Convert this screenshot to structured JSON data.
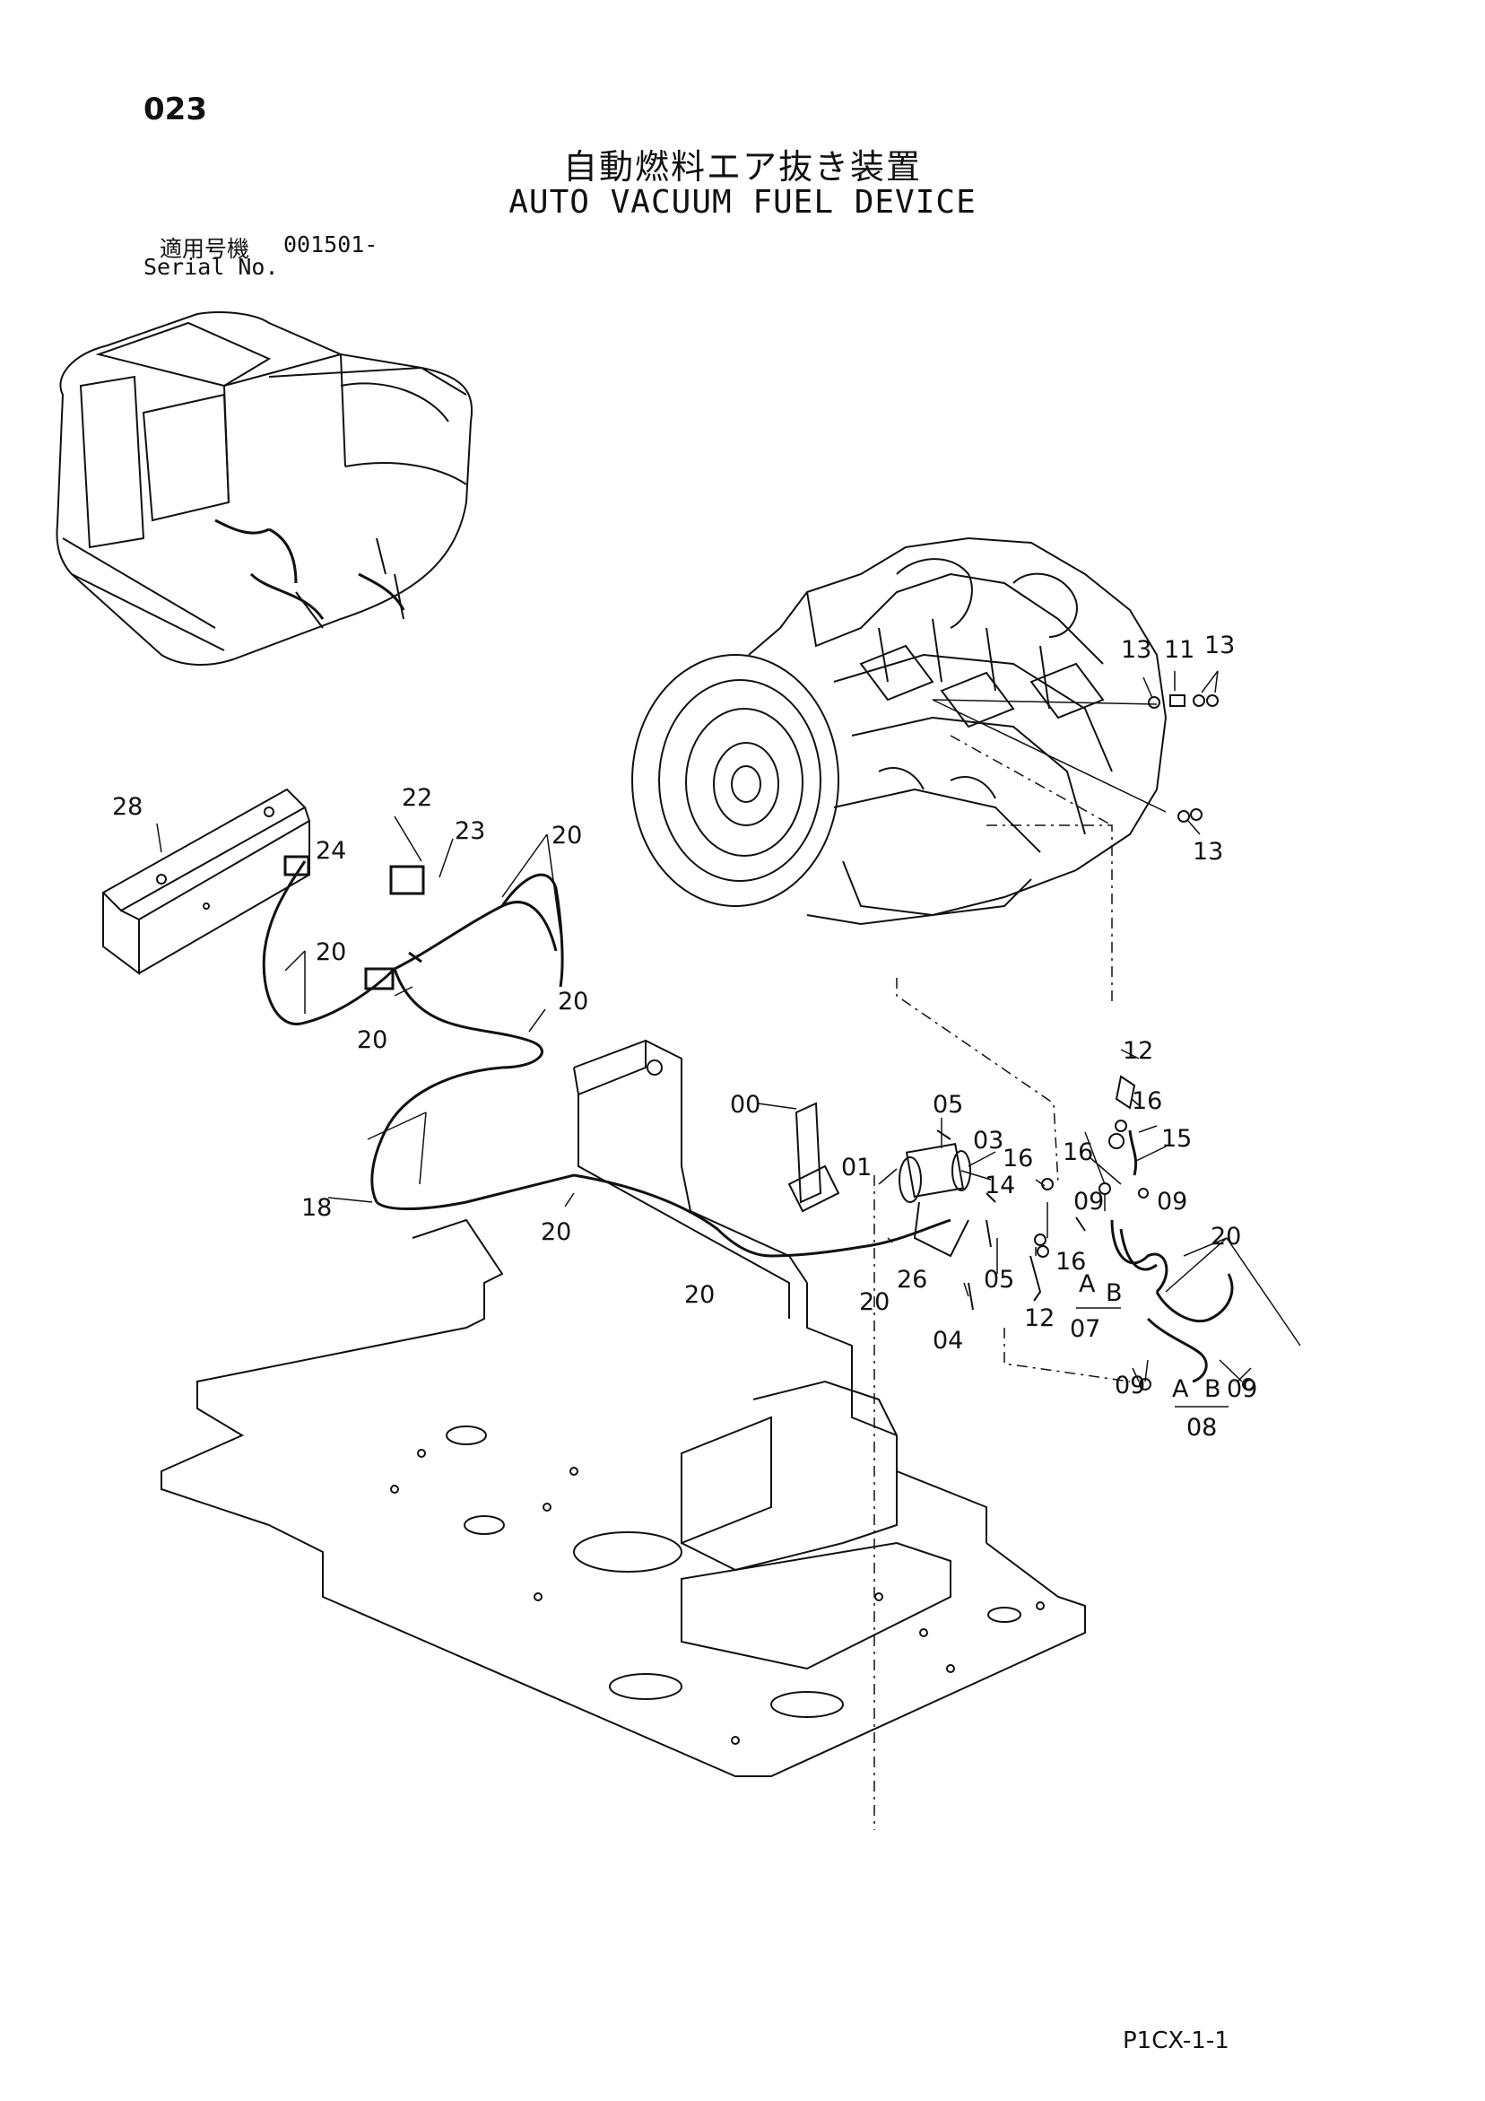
{
  "header": {
    "page_number": "023",
    "title_jp": "自動燃料エア抜き装置",
    "title_en": "AUTO VACUUM FUEL DEVICE",
    "serial_label_jp": "適用号機",
    "serial_value": "001501-",
    "serial_label_en": "Serial No."
  },
  "footer": {
    "sheet_code": "P1CX-1-1"
  },
  "callouts": [
    "13",
    "11",
    "13",
    "13",
    "28",
    "22",
    "23",
    "20",
    "24",
    "20",
    "20",
    "20",
    "12",
    "16",
    "15",
    "00",
    "05",
    "03",
    "16",
    "16",
    "09",
    "01",
    "14",
    "09",
    "20",
    "18",
    "20",
    "20",
    "16",
    "05",
    "26",
    "20",
    "A",
    "B",
    "07",
    "12",
    "04",
    "09",
    "A",
    "B",
    "09",
    "08"
  ]
}
